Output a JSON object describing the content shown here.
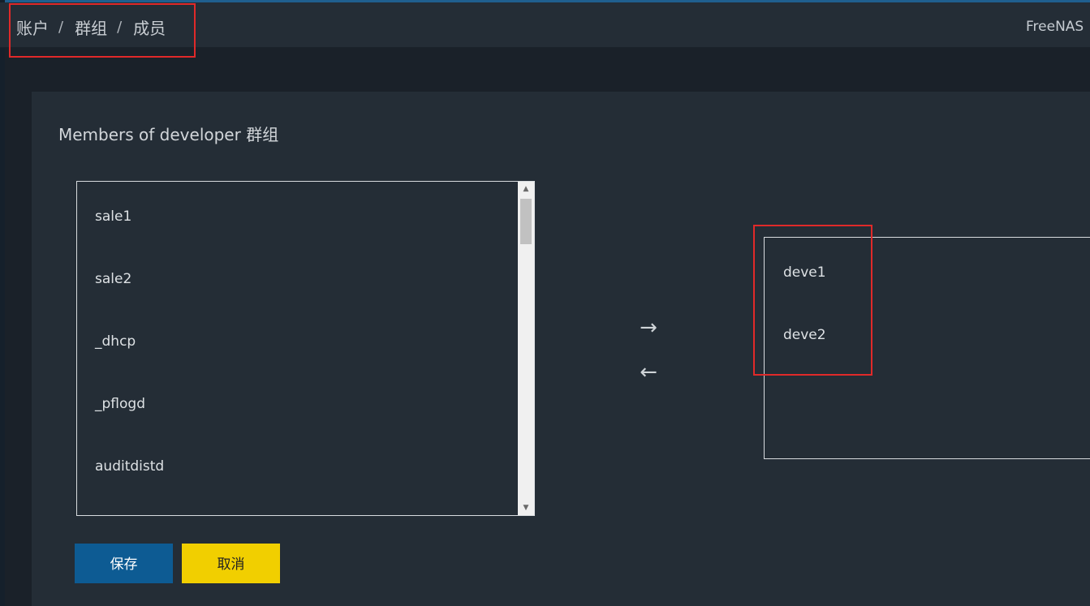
{
  "breadcrumb": {
    "items": [
      "账户",
      "群组",
      "成员"
    ],
    "separator": "/"
  },
  "header": {
    "brand": "FreeNAS"
  },
  "card": {
    "title": "Members of developer 群组"
  },
  "available_users": [
    "sale1",
    "sale2",
    "_dhcp",
    "_pflogd",
    "auditdistd"
  ],
  "selected_users": [
    "deve1",
    "deve2"
  ],
  "icons": {
    "move_right": "→",
    "move_left": "←",
    "scroll_up": "▲",
    "scroll_down": "▼"
  },
  "buttons": {
    "save": "保存",
    "cancel": "取消"
  },
  "colors": {
    "save_button": "#0d5b93",
    "cancel_button": "#f1cf00",
    "highlight": "#e02929"
  }
}
